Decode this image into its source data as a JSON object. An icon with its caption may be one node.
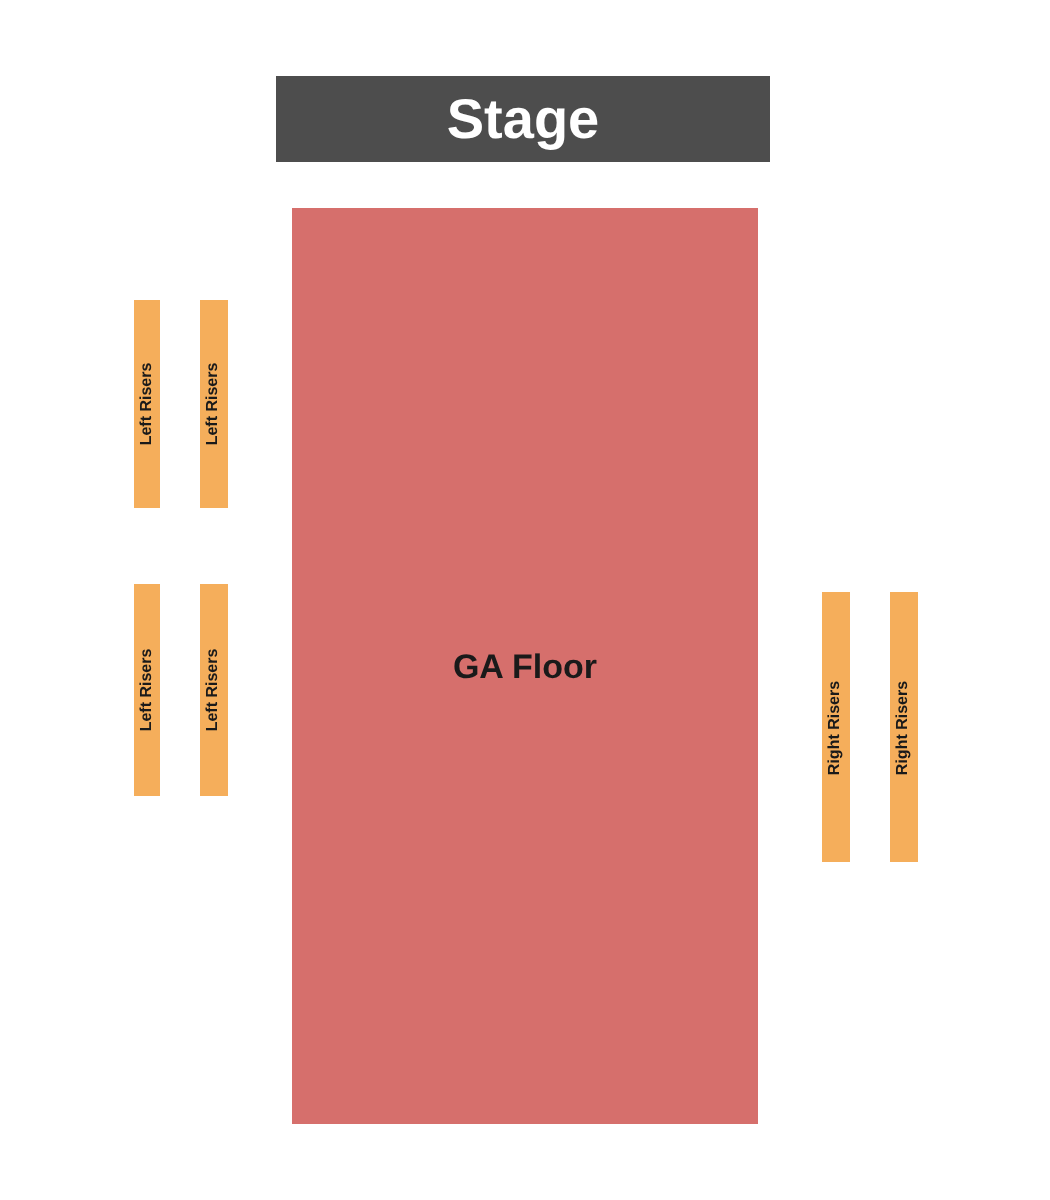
{
  "diagram": {
    "nodes": [
      {
        "text": [
          "Stage"
        ]
      },
      {
        "text": [
          "GA Floor"
        ]
      },
      {
        "text": [
          "Left Risers"
        ]
      },
      {
        "text": [
          "Left Risers"
        ]
      },
      {
        "text": [
          "Left Risers"
        ]
      },
      {
        "text": [
          "Left Risers"
        ]
      },
      {
        "text": [
          "Right Risers"
        ]
      },
      {
        "text": [
          "Right Risers"
        ]
      }
    ]
  }
}
